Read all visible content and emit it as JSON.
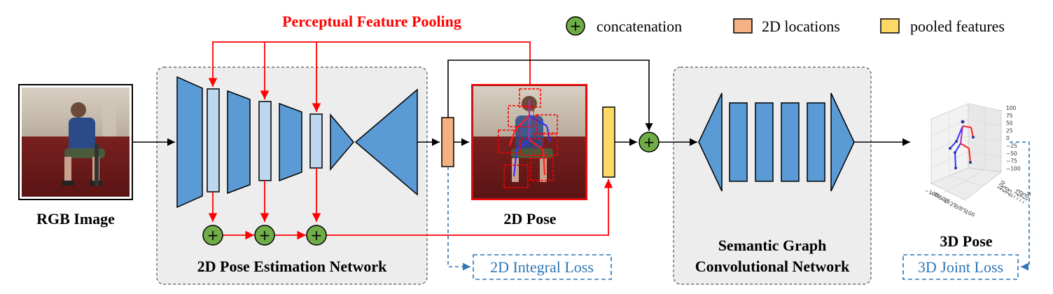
{
  "title": "Perceptual Feature Pooling",
  "legend": {
    "concat_label": "concatenation",
    "loc_label": "2D locations",
    "pooled_label": "pooled features"
  },
  "labels": {
    "rgb_image": "RGB Image",
    "pose2d": "2D Pose",
    "pose3d": "3D Pose",
    "pose_net": "2D Pose Estimation Network",
    "sgcn_line1": "Semantic Graph",
    "sgcn_line2": "Convolutional Network",
    "loss2d": "2D Integral Loss",
    "loss3d": "3D Joint Loss"
  },
  "axis_ticks": {
    "z": [
      "100",
      "75",
      "50",
      "25",
      "0",
      "−25",
      "−50",
      "−75",
      "−100"
    ],
    "y": [
      "100",
      "75",
      "50",
      "25",
      "0",
      "−25",
      "−50",
      "−75",
      "−100"
    ],
    "x": [
      "−100",
      "−75",
      "−50",
      "−25",
      "0",
      "25",
      "50",
      "75",
      "100"
    ]
  },
  "colors": {
    "block_blue": "#5b9bd5",
    "feature_light": "#bdd7ee",
    "concat_green": "#70ad47",
    "location_orange": "#f4b183",
    "pooled_yellow": "#ffd966",
    "pooling_red": "#ff0000",
    "loss_blue": "#2e75b6",
    "panel_gray": "#ededed"
  }
}
